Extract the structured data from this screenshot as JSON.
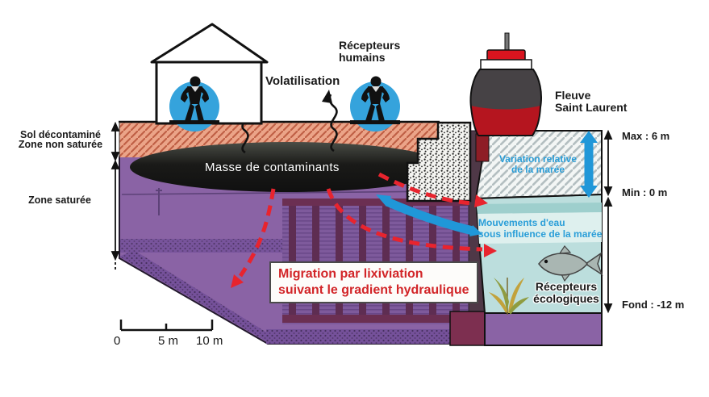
{
  "labels": {
    "soil_line1": "Sol décontaminé",
    "soil_line2": "Zone non saturée",
    "saturated": "Zone saturée",
    "volatilisation": "Volatilisation",
    "human_line1": "Récepteurs",
    "human_line2": "humains",
    "river_line1": "Fleuve",
    "river_line2": "Saint Laurent",
    "mass": "Masse de contaminants",
    "tide_line1": "Variation relative",
    "tide_line2": "de la marée",
    "movement_line1": "Mouvements d'eau",
    "movement_line2": "sous influence de la marée",
    "eco_line1": "Récepteurs",
    "eco_line2": "écologiques",
    "migration_line1": "Migration par lixiviation",
    "migration_line2": "suivant le gradient hydraulique",
    "max": "Max : 6 m",
    "min": "Min : 0 m",
    "bottom": "Fond : -12 m"
  },
  "scale_bar": {
    "tick0": "0",
    "tick1": "5 m",
    "tick2": "10 m"
  },
  "colors": {
    "unsaturated_soil": "#eba488",
    "saturated_purple": "#8a63a5",
    "water": "#bcdedd",
    "arrow_blue": "#2097d8",
    "arrow_red": "#e8242e",
    "migration_text_red": "#d22528",
    "tide_text_blue": "#2a9ed8",
    "buoy_red": "#b5151f",
    "buoy_hull": "#464245",
    "person_circle_blue": "#35a3dc"
  },
  "icons": {
    "house": "house-icon",
    "person": "person-icon",
    "buoy": "buoy-icon",
    "fish": "fish-icon",
    "plant": "plant-icon",
    "stone": "riprap-stone-icon"
  }
}
